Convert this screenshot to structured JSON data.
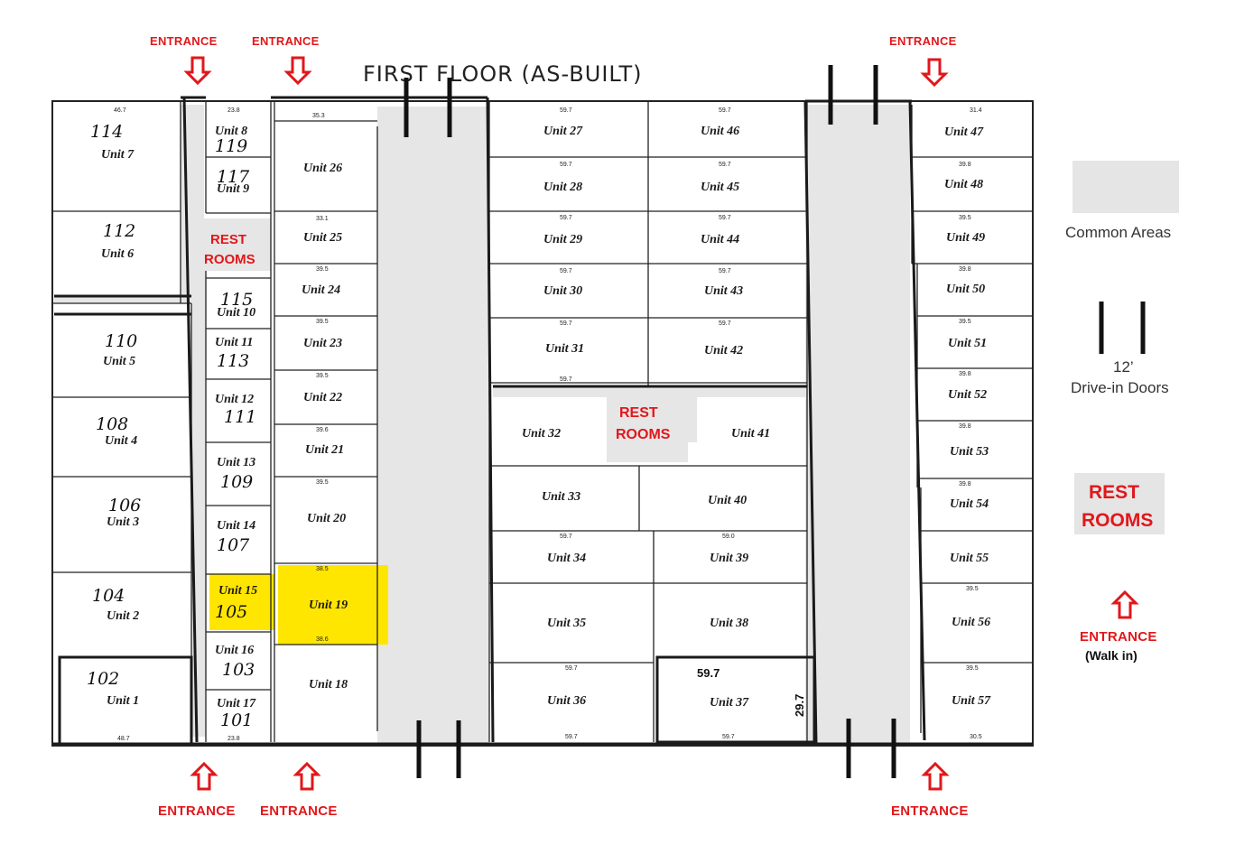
{
  "title": "FIRST FLOOR (AS-BUILT)",
  "colors": {
    "entrance": "#e1171b",
    "common_area": "#e5e5e5",
    "highlight": "#ffe600",
    "wall": "#222222"
  },
  "entrances": {
    "top_left_a": "ENTRANCE",
    "top_left_b": "ENTRANCE",
    "top_right": "ENTRANCE",
    "bottom_left_a": "ENTRANCE",
    "bottom_left_b": "ENTRANCE",
    "bottom_right": "ENTRANCE"
  },
  "restrooms": {
    "left": [
      "REST",
      "ROOMS"
    ],
    "center": [
      "REST",
      "ROOMS"
    ]
  },
  "legend": {
    "common_areas": "Common Areas",
    "doors_size": "12’",
    "doors_label": "Drive-in Doors",
    "restrooms": [
      "REST",
      "ROOMS"
    ],
    "entrance": "ENTRANCE",
    "entrance_sub": "(Walk in)"
  },
  "units": {
    "u1": "Unit 1",
    "u2": "Unit 2",
    "u3": "Unit 3",
    "u4": "Unit 4",
    "u5": "Unit 5",
    "u6": "Unit 6",
    "u7": "Unit 7",
    "u8": "Unit 8",
    "u9": "Unit 9",
    "u10": "Unit 10",
    "u11": "Unit 11",
    "u12": "Unit 12",
    "u13": "Unit 13",
    "u14": "Unit 14",
    "u15": "Unit 15",
    "u16": "Unit 16",
    "u17": "Unit 17",
    "u18": "Unit 18",
    "u19": "Unit 19",
    "u20": "Unit 20",
    "u21": "Unit 21",
    "u22": "Unit 22",
    "u23": "Unit 23",
    "u24": "Unit 24",
    "u25": "Unit 25",
    "u26": "Unit 26",
    "u27": "Unit 27",
    "u28": "Unit 28",
    "u29": "Unit 29",
    "u30": "Unit 30",
    "u31": "Unit 31",
    "u32": "Unit 32",
    "u33": "Unit 33",
    "u34": "Unit 34",
    "u35": "Unit 35",
    "u36": "Unit 36",
    "u37": "Unit 37",
    "u38": "Unit 38",
    "u39": "Unit 39",
    "u40": "Unit 40",
    "u41": "Unit 41",
    "u42": "Unit 42",
    "u43": "Unit 43",
    "u44": "Unit 44",
    "u45": "Unit 45",
    "u46": "Unit 46",
    "u47": "Unit 47",
    "u48": "Unit 48",
    "u49": "Unit 49",
    "u50": "Unit 50",
    "u51": "Unit 51",
    "u52": "Unit 52",
    "u53": "Unit 53",
    "u54": "Unit 54",
    "u55": "Unit 55",
    "u56": "Unit 56",
    "u57": "Unit 57"
  },
  "handwritten": {
    "h114": "114",
    "h112": "112",
    "h110": "110",
    "h108": "108",
    "h106": "106",
    "h104": "104",
    "h102": "102",
    "h119": "119",
    "h117": "117",
    "h115": "115",
    "h113": "113",
    "h111": "111",
    "h109": "109",
    "h107": "107",
    "h105": "105",
    "h103": "103",
    "h101": "101"
  },
  "dimensions": {
    "d1": "59.7",
    "d2": "29.7"
  }
}
